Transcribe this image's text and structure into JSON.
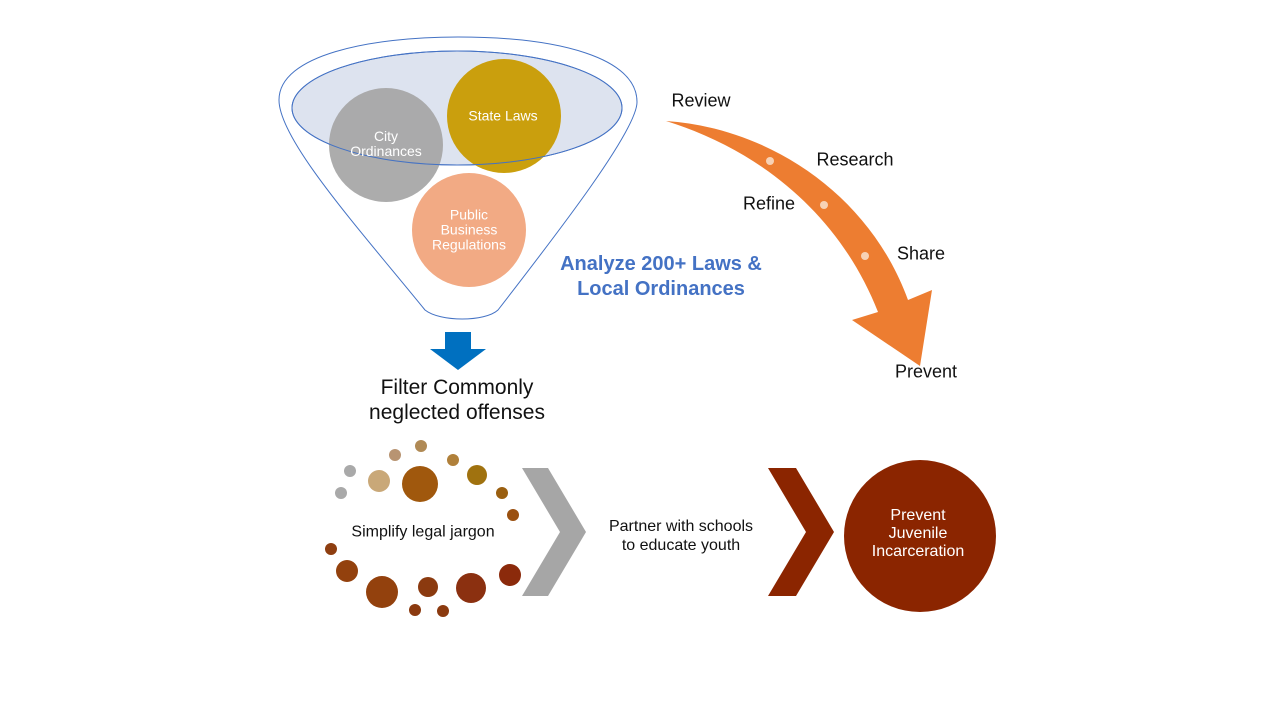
{
  "funnel": {
    "circles": {
      "city": "City\nOrdinances",
      "state": "State Laws",
      "business": "Public\nBusiness\nRegulations"
    },
    "headline": "Analyze 200+ Laws &\nLocal Ordinances",
    "filter_text": "Filter Commonly\nneglected offenses"
  },
  "process_arrow": {
    "steps": [
      "Review",
      "Research",
      "Refine",
      "Share",
      "Prevent"
    ]
  },
  "bottom_flow": {
    "simplify": "Simplify legal jargon",
    "partner": "Partner with schools\nto educate youth",
    "outcome": "Prevent\nJuvenile\nIncarceration"
  },
  "colors": {
    "city": "#a6a6a6",
    "state": "#c89b00",
    "business": "#f2aa84",
    "funnel_stroke": "#4472c4",
    "funnel_top_fill": "#dde3ef",
    "down_arrow": "#0070c0",
    "process_arrow": "#ed7d31",
    "analyze_text": "#4472c4",
    "gray_chevron": "#a6a6a6",
    "brown_chevron": "#8b2500",
    "outcome_circle": "#8b2500"
  }
}
